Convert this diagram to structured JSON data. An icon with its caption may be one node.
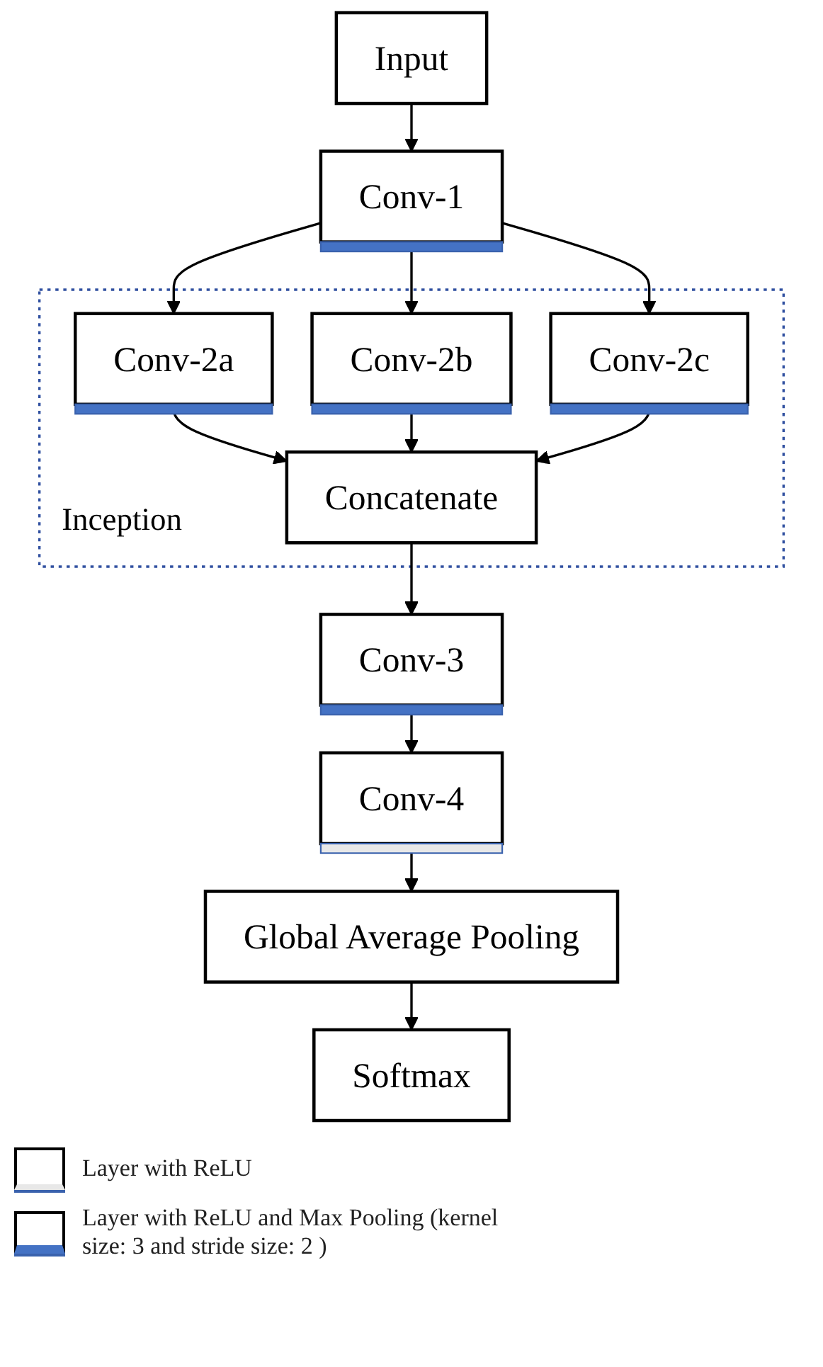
{
  "diagram": {
    "nodes": [
      {
        "text": [
          "Input"
        ]
      },
      {
        "text": [
          "Conv-1"
        ]
      },
      {
        "text": [
          "Inception"
        ]
      },
      {
        "text": [
          "Conv-2a"
        ],
        "in": 2
      },
      {
        "text": [
          "Conv-2b"
        ],
        "in": 2
      },
      {
        "text": [
          "Conv-2c"
        ],
        "in": 2
      },
      {
        "text": [
          "Concatenate"
        ],
        "in": 2
      },
      {
        "text": [
          "Conv-3"
        ]
      },
      {
        "text": [
          "Conv-4"
        ]
      },
      {
        "text": [
          "Global Average Pooling"
        ]
      },
      {
        "text": [
          "Softmax"
        ]
      }
    ],
    "edges": [
      {
        "from": 0,
        "to": 1,
        "arrow": "to"
      },
      {
        "from": 1,
        "to": 3,
        "arrow": "to"
      },
      {
        "from": 1,
        "to": 4,
        "arrow": "to"
      },
      {
        "from": 1,
        "to": 5,
        "arrow": "to"
      },
      {
        "from": 3,
        "to": 6,
        "arrow": "to"
      },
      {
        "from": 4,
        "to": 6,
        "arrow": "to"
      },
      {
        "from": 5,
        "to": 6,
        "arrow": "to"
      },
      {
        "from": 6,
        "to": 7,
        "arrow": "to"
      },
      {
        "from": 7,
        "to": 8,
        "arrow": "to"
      },
      {
        "from": 8,
        "to": 9,
        "arrow": "to"
      },
      {
        "from": 9,
        "to": 10,
        "arrow": "to"
      }
    ],
    "legend": [
      {
        "text": "Layer with ReLU"
      },
      {
        "text": "Layer with ReLU and Max Pooling (kernel size: 3 and stride size: 2 )"
      }
    ]
  }
}
